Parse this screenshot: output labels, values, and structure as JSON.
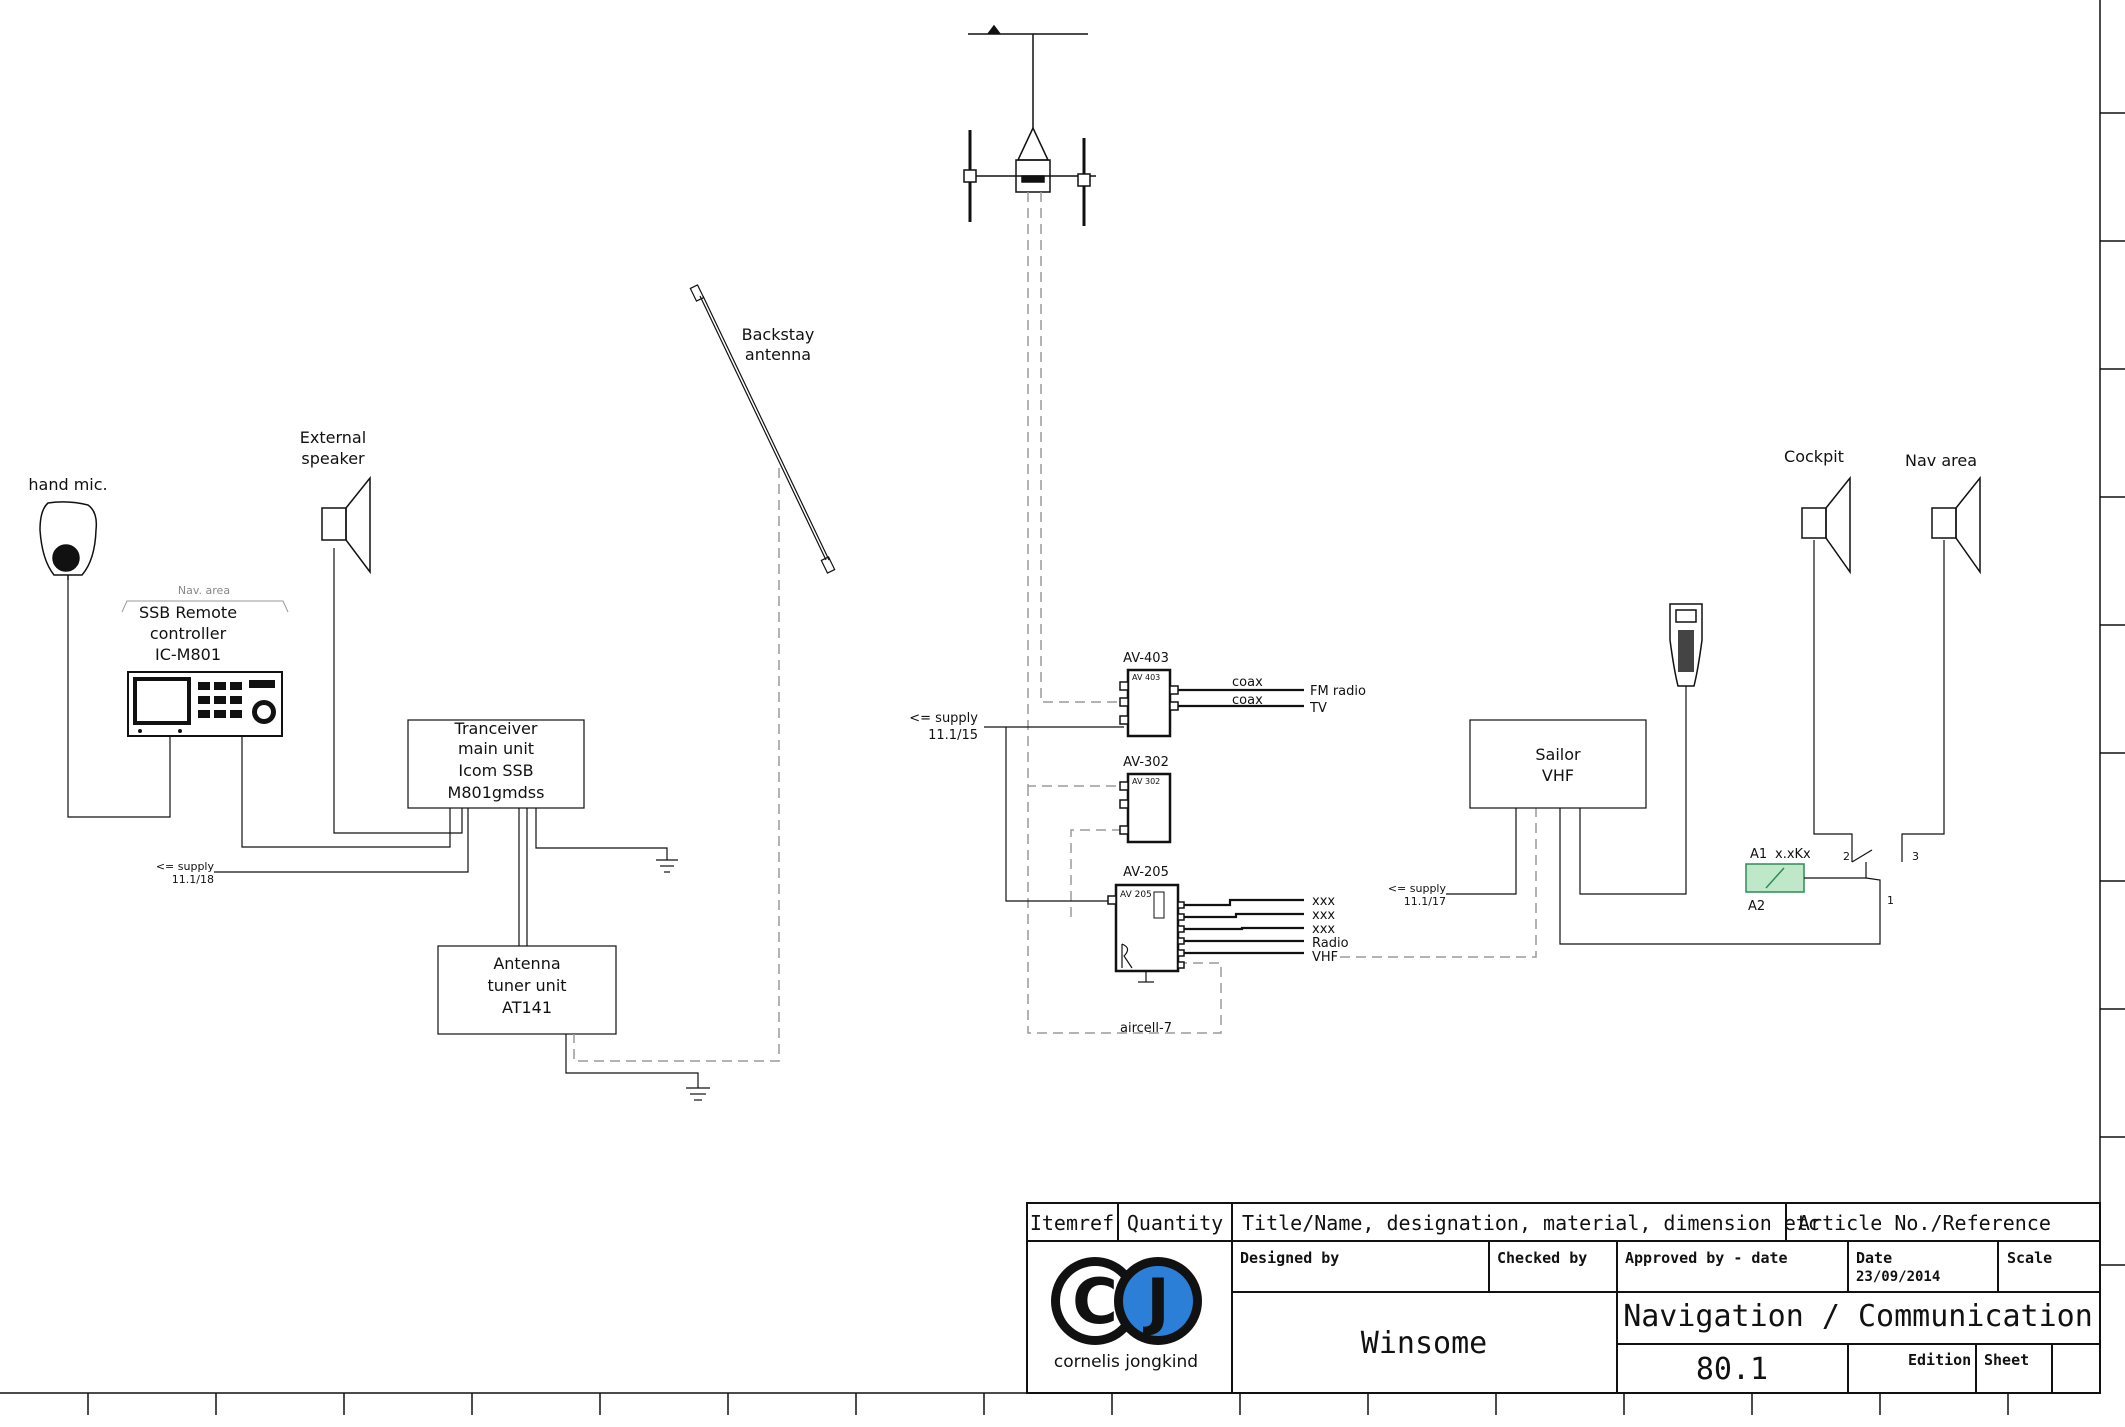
{
  "labels": {
    "hand_mic": "hand mic.",
    "external_speaker": [
      "External",
      "speaker"
    ],
    "nav_area_small": "Nav. area",
    "ssb_remote": [
      "SSB Remote",
      "controller",
      "IC-M801"
    ],
    "tranceiver": [
      "Tranceiver",
      "main unit",
      "Icom SSB",
      "M801gmdss"
    ],
    "supply_left": [
      "<= supply",
      "11.1/18"
    ],
    "antenna_tuner": [
      "Antenna",
      "tuner unit",
      "AT141"
    ],
    "backstay": [
      "Backstay",
      "antenna"
    ],
    "av403": "AV-403",
    "av302": "AV-302",
    "av205": "AV-205",
    "av403_body": "AV 403",
    "av302_body": "AV 302",
    "av205_body": "AV 205",
    "supply_mid": [
      "<= supply",
      "11.1/15"
    ],
    "coax1": "coax",
    "coax2": "coax",
    "fm_radio": "FM radio",
    "tv": "TV",
    "xxx1": "xxx",
    "xxx2": "xxx",
    "xxx3": "xxx",
    "radio": "Radio",
    "vhf": "VHF",
    "aircell": "aircell-7",
    "sailor_vhf": [
      "Sailor",
      "VHF"
    ],
    "supply_right": [
      "<= supply",
      "11.1/17"
    ],
    "cockpit": "Cockpit",
    "nav_area": "Nav area",
    "relay_a1": "A1",
    "relay_code": "x.xKx",
    "relay_a2": "A2",
    "pin1": "1",
    "pin2": "2",
    "pin3": "3"
  },
  "title_block": {
    "itemref": "Itemref",
    "quantity": "Quantity",
    "title_header": "Title/Name, designation, material, dimension etc",
    "article_header": "Article No./Reference",
    "designed_by": "Designed by",
    "checked_by": "Checked by",
    "approved_by": "Approved by - date",
    "date_label": "Date",
    "date_value": "23/09/2014",
    "scale": "Scale",
    "logo_c": "C",
    "logo_j": "J",
    "company": "cornelis jongkind",
    "project": "Winsome",
    "drawing_title": "Navigation / Communication",
    "drawing_number": "80.1",
    "edition": "Edition",
    "sheet": "Sheet"
  },
  "colors": {
    "line": "#111111",
    "dashed": "#9a9a9a",
    "logo_blue": "#2b7fd6",
    "relay_fill": "#bfe8c9"
  }
}
